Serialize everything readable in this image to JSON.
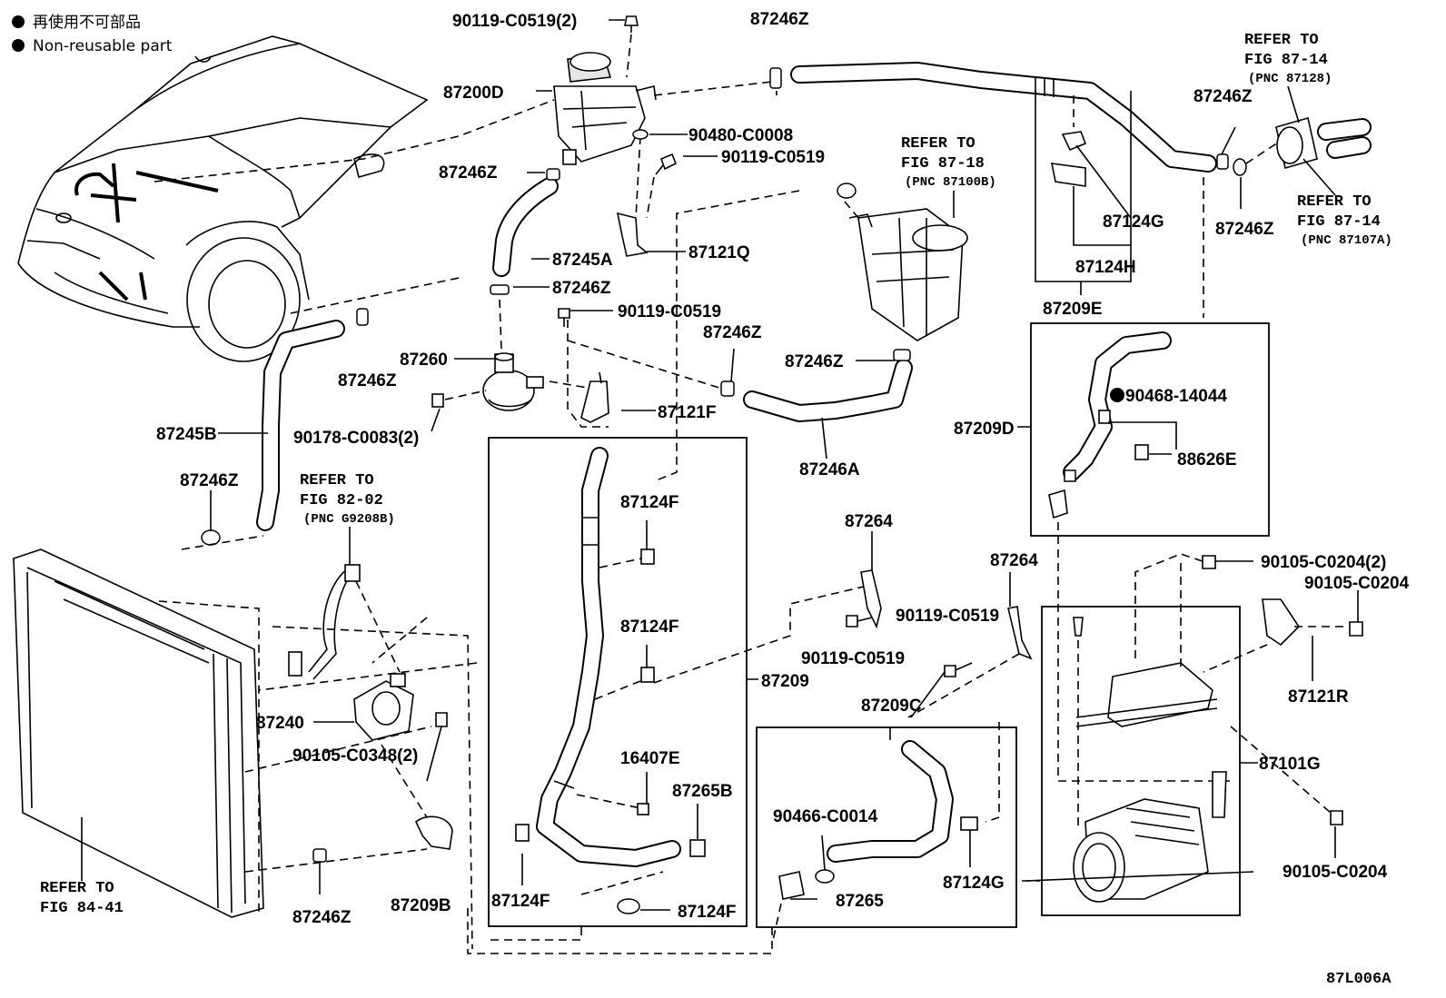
{
  "legend": {
    "jp_text": "再使用不可部品",
    "en_text": "Non-reusable part"
  },
  "figure_id": "87L006A",
  "labels": {
    "l_90119_c0519_2": "90119-C0519(2)",
    "l_87200d": "87200D",
    "l_90480_c0008": "90480-C0008",
    "l_90119_c0519_a": "90119-C0519",
    "l_87246z_clampA": "87246Z",
    "l_87245a": "87245A",
    "l_87121q": "87121Q",
    "l_87246z_b": "87246Z",
    "l_90119_c0519_b": "90119-C0519",
    "l_87246z_c": "87246Z",
    "l_87260": "87260",
    "l_87121f": "87121F",
    "l_90178_c0083_2": "90178-C0083(2)",
    "l_87246z_top": "87246Z",
    "l_87246z_d": "87246Z",
    "l_87246z_e": "87246Z",
    "l_87246a": "87246A",
    "l_87245b": "87245B",
    "l_87246z_left": "87246Z",
    "l_87240": "87240",
    "l_90105_c0348_2": "90105-C0348(2)",
    "l_87246z_bottom": "87246Z",
    "l_87209b": "87209B",
    "l_87124f_a": "87124F",
    "l_87124f_b": "87124F",
    "l_16407e": "16407E",
    "l_87265b": "87265B",
    "l_87124f_c": "87124F",
    "l_87124f_d": "87124F",
    "l_87209": "87209",
    "l_87264_a": "87264",
    "l_87264_b": "87264",
    "l_90119_c0519_c": "90119-C0519",
    "l_90119_c0519_d": "90119-C0519",
    "l_87209c": "87209C",
    "l_90466_c0014": "90466-C0014",
    "l_87265": "87265",
    "l_87124g_b": "87124G",
    "l_87209d": "87209D",
    "l_90468_14044": "90468-14044",
    "l_88626e": "88626E",
    "l_87124g": "87124G",
    "l_87124h": "87124H",
    "l_87209e": "87209E",
    "l_87246z_r1": "87246Z",
    "l_87246z_r2": "87246Z",
    "l_90105_c0204_2": "90105-C0204(2)",
    "l_90105_c0204_a": "90105-C0204",
    "l_87121r": "87121R",
    "l_87101g": "87101G",
    "l_90105_c0204_b": "90105-C0204"
  },
  "refs": {
    "ref_87_18": [
      "REFER TO",
      "FIG 87-18",
      "(PNC 87100B)"
    ],
    "ref_87_14_a": [
      "REFER TO",
      "FIG 87-14",
      "(PNC 87128)"
    ],
    "ref_87_14_b": [
      "REFER TO",
      "FIG 87-14",
      "(PNC 87107A)"
    ],
    "ref_82_02": [
      "REFER TO",
      "FIG 82-02",
      "(PNC G9208B)"
    ],
    "ref_84_41": [
      "REFER TO",
      "FIG 84-41"
    ]
  }
}
